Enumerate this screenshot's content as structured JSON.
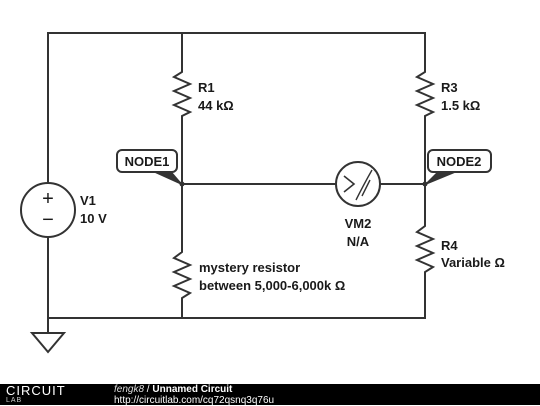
{
  "circuit": {
    "components": {
      "v1": {
        "name": "V1",
        "value": "10 V"
      },
      "r1": {
        "name": "R1",
        "value": "44 kΩ"
      },
      "r3": {
        "name": "R3",
        "value": "1.5 kΩ"
      },
      "r4": {
        "name": "R4",
        "value": "Variable Ω"
      },
      "mystery": {
        "line1": "mystery resistor",
        "line2": "between 5,000-6,000k Ω"
      },
      "vm2": {
        "name": "VM2",
        "value": "N/A"
      }
    },
    "nodes": {
      "node1": "NODE1",
      "node2": "NODE2"
    },
    "v1_symbols": {
      "plus": "+",
      "minus": "−"
    }
  },
  "footer": {
    "brand_top": "CIRCUIT",
    "brand_bottom": "LAB",
    "author": "fengk8",
    "separator": " / ",
    "title": "Unnamed Circuit",
    "url": "http://circuitlab.com/cq72qsnq3q76u"
  },
  "colors": {
    "wire": "#333333",
    "footer_bg": "#000000",
    "text": "#1a1a1a"
  }
}
